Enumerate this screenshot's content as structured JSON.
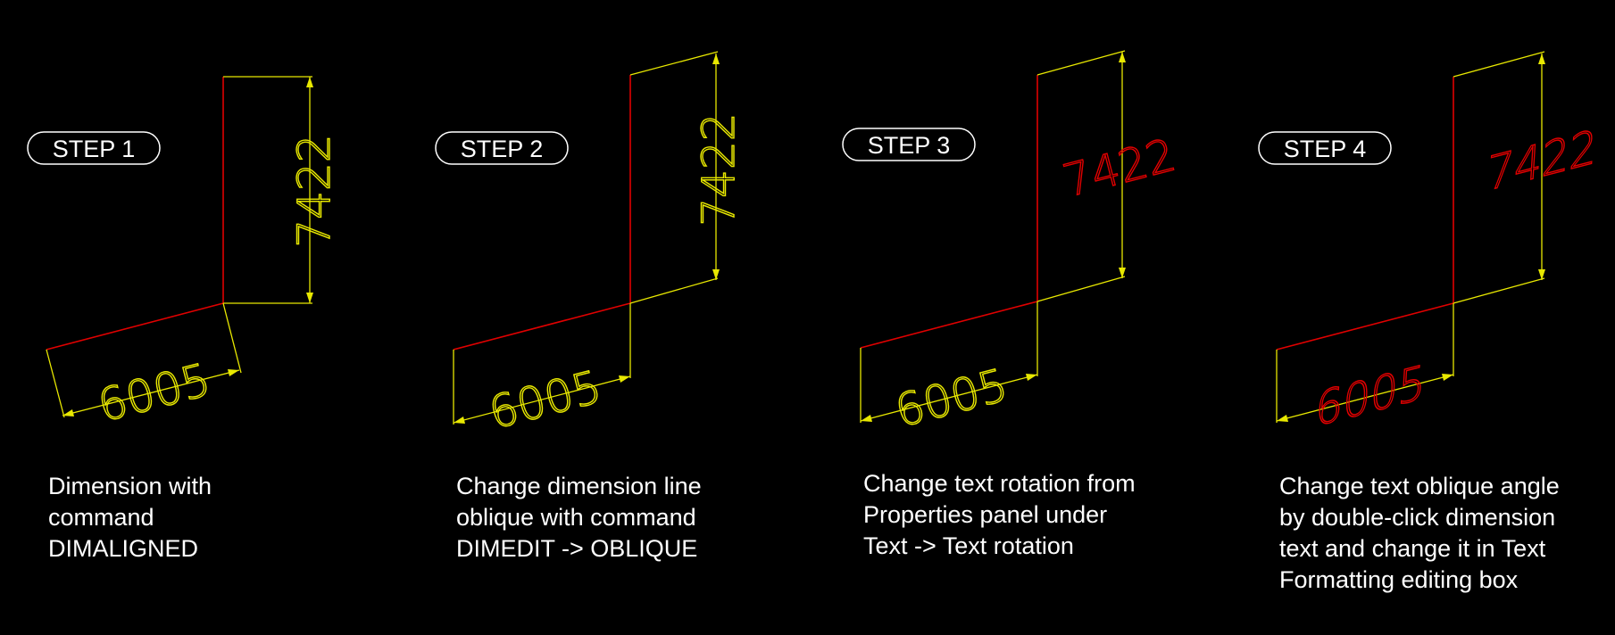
{
  "colors": {
    "background": "#000000",
    "geometry": "#e00000",
    "dimension": "#e8e800",
    "caption": "#ffffff"
  },
  "steps": [
    {
      "label": "STEP 1",
      "vertical_value": "7422",
      "aligned_value": "6005",
      "text_color": "#e8e800",
      "caption": [
        "Dimension with",
        "command",
        "DIMALIGNED"
      ]
    },
    {
      "label": "STEP 2",
      "vertical_value": "7422",
      "aligned_value": "6005",
      "text_color": "#e8e800",
      "caption": [
        "Change dimension line",
        "oblique with command",
        "DIMEDIT -> OBLIQUE"
      ]
    },
    {
      "label": "STEP 3",
      "vertical_value": "7422",
      "aligned_value": "6005",
      "text_color": "#e8e800",
      "vertical_text_color": "#e00000",
      "caption": [
        "Change text rotation from",
        "Properties panel under",
        "Text -> Text rotation"
      ]
    },
    {
      "label": "STEP 4",
      "vertical_value": "7422",
      "aligned_value": "6005",
      "text_color": "#e00000",
      "caption": [
        "Change text oblique angle",
        "by double-click dimension",
        "text and change it in Text",
        "Formatting editing box"
      ]
    }
  ]
}
